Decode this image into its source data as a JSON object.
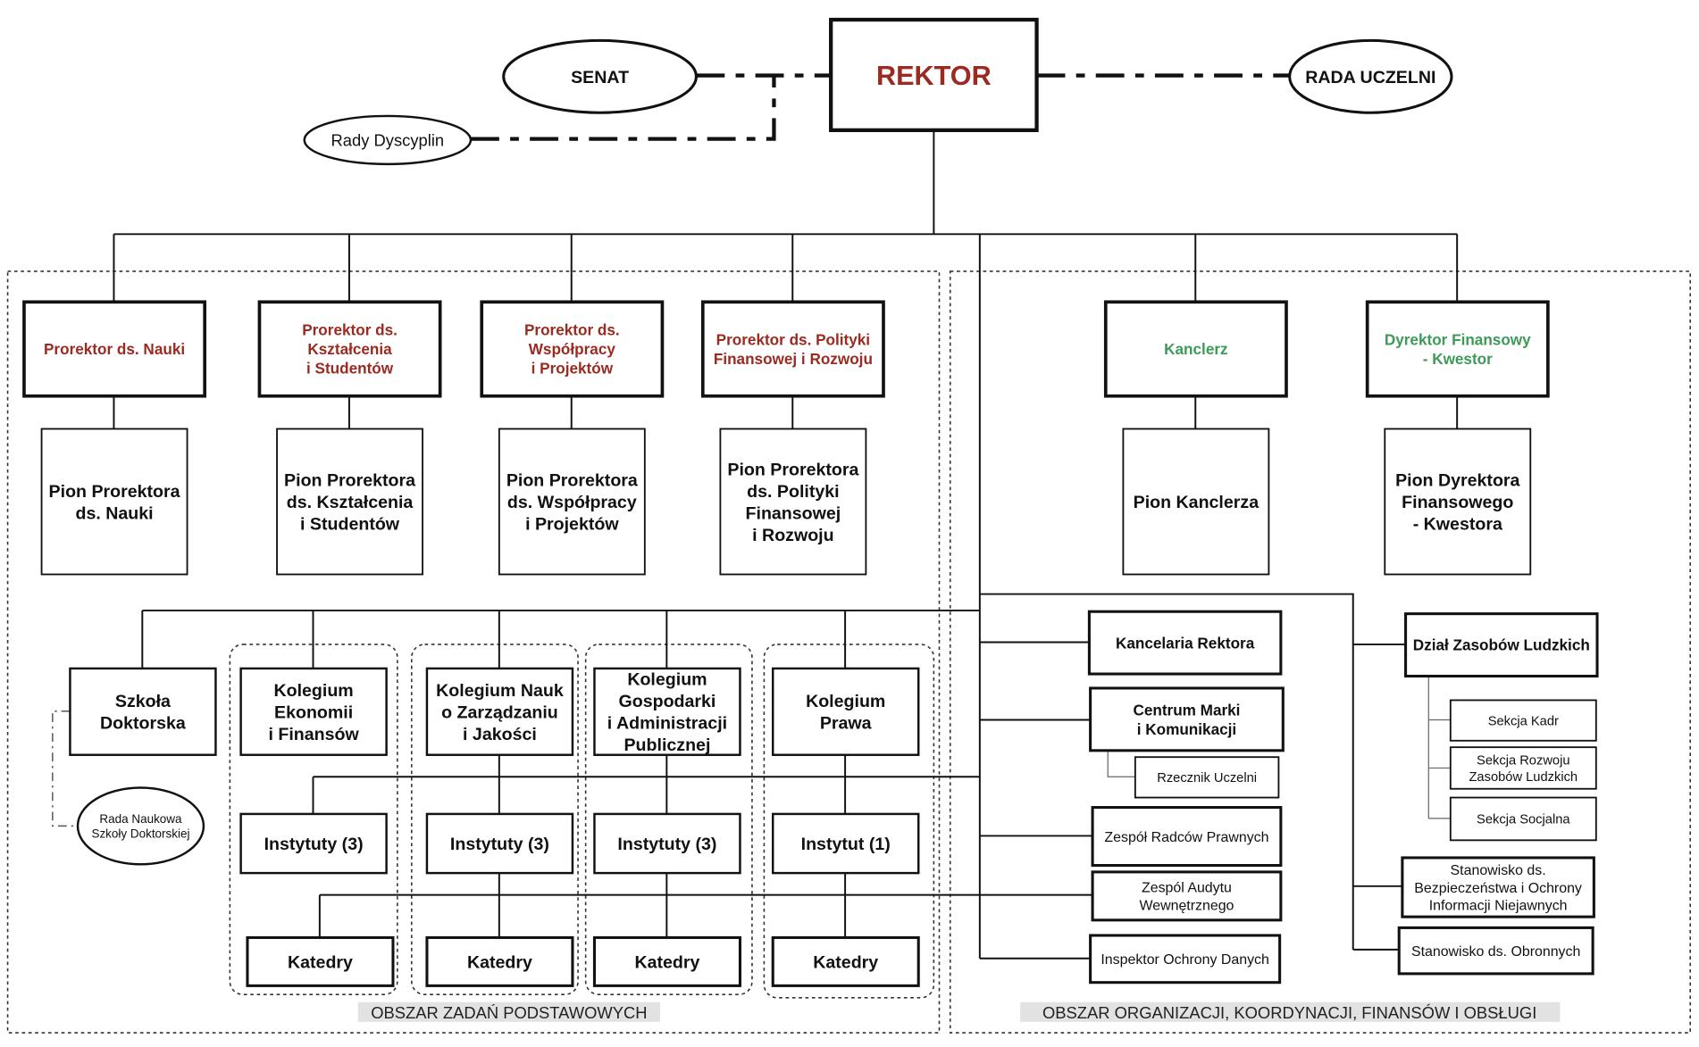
{
  "title": "Struktura organizacyjna uczelni",
  "colors": {
    "red": "#9b2a20",
    "green": "#3d9a57",
    "black": "#111111"
  },
  "nodes": {
    "rektor": {
      "lines": [
        "REKTOR"
      ],
      "color": "red"
    },
    "senat": {
      "lines": [
        "SENAT"
      ],
      "color": "black"
    },
    "rada_uczelni": {
      "lines": [
        "RADA UCZELNI"
      ],
      "color": "black"
    },
    "rady_dyscyplin": {
      "lines": [
        "Rady Dyscyplin"
      ],
      "color": "black"
    },
    "prorektor_nauki": {
      "lines": [
        "Prorektor ds. Nauki"
      ],
      "color": "red"
    },
    "prorektor_ksztalcenia": {
      "lines": [
        "Prorektor ds.",
        "Kształcenia",
        "i Studentów"
      ],
      "color": "red"
    },
    "prorektor_wspolpracy": {
      "lines": [
        "Prorektor ds.",
        "Współpracy",
        "i Projektów"
      ],
      "color": "red"
    },
    "prorektor_polityki": {
      "lines": [
        "Prorektor ds. Polityki",
        "Finansowej i Rozwoju"
      ],
      "color": "red"
    },
    "kanclerz": {
      "lines": [
        "Kanclerz"
      ],
      "color": "green"
    },
    "dyrektor_finansowy": {
      "lines": [
        "Dyrektor Finansowy",
        "- Kwestor"
      ],
      "color": "green"
    },
    "pion_nauki": {
      "lines": [
        "Pion Prorektora",
        "ds. Nauki"
      ],
      "color": "black"
    },
    "pion_ksztalcenia": {
      "lines": [
        "Pion Prorektora",
        "ds. Kształcenia",
        "i Studentów"
      ],
      "color": "black"
    },
    "pion_wspolpracy": {
      "lines": [
        "Pion Prorektora",
        "ds.  Współpracy",
        "i Projektów"
      ],
      "color": "black"
    },
    "pion_polityki": {
      "lines": [
        "Pion Prorektora",
        "ds.  Polityki",
        "Finansowej",
        "i Rozwoju"
      ],
      "color": "black"
    },
    "pion_kanclerza": {
      "lines": [
        "Pion Kanclerza"
      ],
      "color": "black"
    },
    "pion_dyrektora": {
      "lines": [
        "Pion Dyrektora",
        "Finansowego",
        "- Kwestora"
      ],
      "color": "black"
    },
    "szkola_doktorska": {
      "lines": [
        "Szkoła",
        "Doktorska"
      ],
      "color": "black"
    },
    "rada_naukowa": {
      "lines": [
        "Rada Naukowa",
        "Szkoły Doktorskiej"
      ],
      "color": "black"
    },
    "kol_ekonomii": {
      "lines": [
        "Kolegium",
        "Ekonomii",
        "i Finansów"
      ],
      "color": "black"
    },
    "kol_zarzadzania": {
      "lines": [
        "Kolegium Nauk",
        "o Zarządzaniu",
        "i Jakości"
      ],
      "color": "black"
    },
    "kol_gospodarki": {
      "lines": [
        "Kolegium",
        "Gospodarki",
        "i Administracji",
        "Publicznej"
      ],
      "color": "black"
    },
    "kol_prawa": {
      "lines": [
        "Kolegium",
        "Prawa"
      ],
      "color": "black"
    },
    "inst_1": {
      "lines": [
        "Instytuty (3)"
      ],
      "color": "black"
    },
    "inst_2": {
      "lines": [
        "Instytuty (3)"
      ],
      "color": "black"
    },
    "inst_3": {
      "lines": [
        "Instytuty (3)"
      ],
      "color": "black"
    },
    "inst_4": {
      "lines": [
        "Instytut (1)"
      ],
      "color": "black"
    },
    "kat_1": {
      "lines": [
        "Katedry"
      ],
      "color": "black"
    },
    "kat_2": {
      "lines": [
        "Katedry"
      ],
      "color": "black"
    },
    "kat_3": {
      "lines": [
        "Katedry"
      ],
      "color": "black"
    },
    "kat_4": {
      "lines": [
        "Katedry"
      ],
      "color": "black"
    },
    "kancelaria": {
      "lines": [
        "Kancelaria Rektora"
      ],
      "color": "black"
    },
    "centrum_marki": {
      "lines": [
        "Centrum Marki",
        "i Komunikacji"
      ],
      "color": "black"
    },
    "rzecznik": {
      "lines": [
        "Rzecznik Uczelni"
      ],
      "color": "black"
    },
    "radcy": {
      "lines": [
        "Zespół Radców Prawnych"
      ],
      "color": "black"
    },
    "audyt": {
      "lines": [
        "Zespól Audytu",
        "Wewnętrznego"
      ],
      "color": "black"
    },
    "iod": {
      "lines": [
        "Inspektor Ochrony Danych"
      ],
      "color": "black"
    },
    "dzial_zl": {
      "lines": [
        "Dział Zasobów Ludzkich"
      ],
      "color": "black"
    },
    "sekcja_kadr": {
      "lines": [
        "Sekcja Kadr"
      ],
      "color": "black"
    },
    "sekcja_rozwoju": {
      "lines": [
        "Sekcja Rozwoju",
        "Zasobów Ludzkich"
      ],
      "color": "black"
    },
    "sekcja_socjalna": {
      "lines": [
        "Sekcja Socjalna"
      ],
      "color": "black"
    },
    "stanowisko_bezp": {
      "lines": [
        "Stanowisko ds.",
        "Bezpieczeństwa i Ochrony",
        "Informacji Niejawnych"
      ],
      "color": "black"
    },
    "stanowisko_obron": {
      "lines": [
        "Stanowisko ds. Obronnych"
      ],
      "color": "black"
    }
  },
  "areas": {
    "left": "OBSZAR ZADAŃ PODSTAWOWYCH",
    "right": "OBSZAR ORGANIZACJI, KOORDYNACJI, FINANSÓW I OBSŁUGI"
  }
}
